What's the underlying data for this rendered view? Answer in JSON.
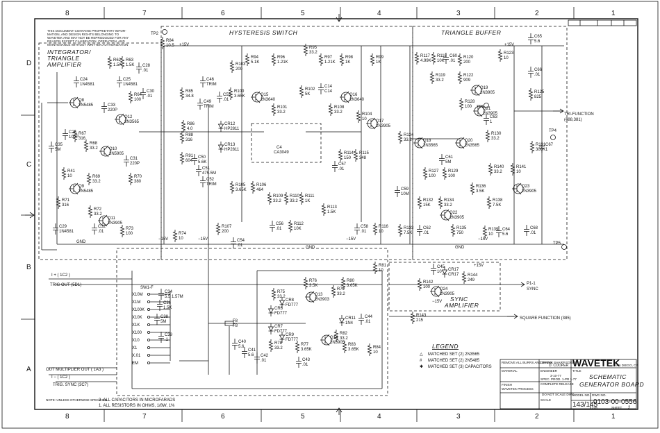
{
  "zones_top": [
    "8",
    "7",
    "6",
    "5",
    "4",
    "3",
    "2",
    "1"
  ],
  "zones_bottom": [
    "8",
    "7",
    "6",
    "5",
    "4",
    "3",
    "2",
    "1"
  ],
  "zones_side": [
    "D",
    "C",
    "B",
    "A"
  ],
  "notice": [
    "THIS DOCUMENT CONTAINS PROPRIETARY INFOR-",
    "MATION, AND DESIGN RIGHTS BELONGING TO",
    "WAVETEK AND MAY NOT BE REPRODUCED FOR ANY",
    "REASON EXCEPT CALIBRATION, OPERATION, AND",
    "MAINTENANCE WITHOUT WRITTEN AUTHORIZATION"
  ],
  "sections": {
    "integrator": [
      "INTEGRATOR/",
      "TRIANGLE",
      "AMPLIFIER"
    ],
    "hysteresis": "HYSTERESIS SWITCH",
    "triangle_buffer": "TRIANGLE BUFFER",
    "sync_amp": [
      "SYNC",
      "AMPLIFIER"
    ]
  },
  "ic": {
    "name": "C4",
    "type": "CA3049"
  },
  "signals": {
    "tri_function": "TRI-FUNCTION",
    "tri_ref": "(488,381)",
    "square_function": "SQUARE FUNCTION (385)",
    "trig_out": "TRIG OUT (5D1)",
    "i_plus": "I + ( 1C2 )",
    "i_minus": "I − ( 1C2 )",
    "multiplier_out": "OUT MULTIPLIER OUT ( 1A3 )",
    "trig_sync": "TRIG. SYNC (3C7)",
    "sync": [
      "P1-1",
      "SYNC"
    ],
    "gnd": "GND",
    "v15p": "+15V",
    "v15n": "−15V"
  },
  "test_points": [
    "TP2",
    "TP5",
    "TP4",
    "TP5"
  ],
  "switch": {
    "name": "SW1-F",
    "positions": [
      "X10M",
      "X1M",
      "X100K",
      "X10K",
      "X1K",
      "X100",
      "X10",
      "X1",
      "X.01",
      "EM"
    ]
  },
  "components": [
    {
      "ref": "R84",
      "val": "10.5"
    },
    {
      "ref": "R63",
      "val": "1.5K"
    },
    {
      "ref": "R62",
      "val": "1.5K"
    },
    {
      "ref": "C24",
      "val": "1N4581"
    },
    {
      "ref": "C25",
      "val": "1N4581"
    },
    {
      "ref": "C28",
      "val": ".01"
    },
    {
      "ref": "Q8",
      "val": "2N5485"
    },
    {
      "ref": "C33",
      "val": "220P"
    },
    {
      "ref": "Q12",
      "val": "2N3565"
    },
    {
      "ref": "R64",
      "val": "100"
    },
    {
      "ref": "C30",
      "val": ".01"
    },
    {
      "ref": "Q10",
      "val": "2N5905"
    },
    {
      "ref": "R68",
      "val": "33.2"
    },
    {
      "ref": "C31",
      "val": "220P"
    },
    {
      "ref": "R70",
      "val": "380"
    },
    {
      "ref": "R69",
      "val": "33.2"
    },
    {
      "ref": "Q9",
      "val": "2N5485"
    },
    {
      "ref": "Q11",
      "val": "2N3905"
    },
    {
      "ref": "R72",
      "val": "33.2"
    },
    {
      "ref": "C32",
      "val": ".01"
    },
    {
      "ref": "R73",
      "val": "100"
    },
    {
      "ref": "C35",
      "val": "5M"
    },
    {
      "ref": "R67",
      "val": "316"
    },
    {
      "ref": "C26",
      "val": "100P"
    },
    {
      "ref": "R71",
      "val": "316"
    },
    {
      "ref": "C29",
      "val": "1N4581"
    },
    {
      "ref": "R41",
      "val": "10"
    },
    {
      "ref": "R74",
      "val": "10"
    },
    {
      "ref": "R85",
      "val": "34.8"
    },
    {
      "ref": "C46",
      "val": "TRIM"
    },
    {
      "ref": "R86",
      "val": "4.0"
    },
    {
      "ref": "C49",
      "val": "TRIM"
    },
    {
      "ref": "R88",
      "val": "316"
    },
    {
      "ref": "R91",
      "val": "604"
    },
    {
      "ref": "C50",
      "val": "5.6K"
    },
    {
      "ref": "C51",
      "val": "475.5M"
    },
    {
      "ref": "C52",
      "val": "TRIM"
    },
    {
      "ref": "C53",
      "val": ".01"
    },
    {
      "ref": "CR12",
      "val": "HP2811"
    },
    {
      "ref": "CR13",
      "val": "HP2811"
    },
    {
      "ref": "R103",
      "val": "200"
    },
    {
      "ref": "R100",
      "val": "3.65K"
    },
    {
      "ref": "R105",
      "val": "3.65K"
    },
    {
      "ref": "R107",
      "val": "200"
    },
    {
      "ref": "C54",
      "val": ".01"
    },
    {
      "ref": "R94",
      "val": "5.1K"
    },
    {
      "ref": "R96",
      "val": "1.21K"
    },
    {
      "ref": "R95",
      "val": "33.2"
    },
    {
      "ref": "Q15",
      "val": "2N3640"
    },
    {
      "ref": "R101",
      "val": "33.2"
    },
    {
      "ref": "R102",
      "val": "5K"
    },
    {
      "ref": "C14",
      "val": "C14"
    },
    {
      "ref": "R97",
      "val": "1.21K"
    },
    {
      "ref": "R98",
      "val": "1K"
    },
    {
      "ref": "R99",
      "val": "1K"
    },
    {
      "ref": "Q16",
      "val": "2N3640"
    },
    {
      "ref": "R104",
      "val": "10"
    },
    {
      "ref": "Q17",
      "val": "2N3905"
    },
    {
      "ref": "R108",
      "val": "33.2"
    },
    {
      "ref": "R106",
      "val": "464"
    },
    {
      "ref": "R109",
      "val": "33.2"
    },
    {
      "ref": "R110",
      "val": "33.2"
    },
    {
      "ref": "R111",
      "val": "1K"
    },
    {
      "ref": "R113",
      "val": "1.5K"
    },
    {
      "ref": "R114",
      "val": "150"
    },
    {
      "ref": "R115",
      "val": "348"
    },
    {
      "ref": "C57",
      "val": ".01"
    },
    {
      "ref": "C56",
      "val": ".01"
    },
    {
      "ref": "R112",
      "val": "10K"
    },
    {
      "ref": "C58",
      "val": ".01"
    },
    {
      "ref": "R116",
      "val": "10"
    },
    {
      "ref": "C59",
      "val": "10M"
    },
    {
      "ref": "R117",
      "val": "4.99K"
    },
    {
      "ref": "R118",
      "val": "10K"
    },
    {
      "ref": "C60",
      "val": ".01"
    },
    {
      "ref": "R120",
      "val": "200"
    },
    {
      "ref": "R122",
      "val": "909"
    },
    {
      "ref": "R119",
      "val": "33.2"
    },
    {
      "ref": "Q19",
      "val": "2N3905"
    },
    {
      "ref": "R123",
      "val": "10"
    },
    {
      "ref": "C65",
      "val": "5.6"
    },
    {
      "ref": "C66",
      "val": ".01"
    },
    {
      "ref": "R125",
      "val": "825"
    },
    {
      "ref": "Q21",
      "val": "2N3905"
    },
    {
      "ref": "R128",
      "val": "100"
    },
    {
      "ref": "C63",
      "val": "1"
    },
    {
      "ref": "R124",
      "val": "33.2"
    },
    {
      "ref": "Q18",
      "val": "2N3565"
    },
    {
      "ref": "Q20",
      "val": "2N3565"
    },
    {
      "ref": "C61",
      "val": "5M"
    },
    {
      "ref": "R127",
      "val": "100"
    },
    {
      "ref": "R129",
      "val": "100"
    },
    {
      "ref": "R130",
      "val": "33.2"
    },
    {
      "ref": "R131",
      "val": "300K"
    },
    {
      "ref": "C67",
      "val": "1"
    },
    {
      "ref": "R140",
      "val": "33.2"
    },
    {
      "ref": "R141",
      "val": "10"
    },
    {
      "ref": "Q23",
      "val": "2N3905"
    },
    {
      "ref": "R132",
      "val": "15K"
    },
    {
      "ref": "R134",
      "val": "33.2"
    },
    {
      "ref": "R136",
      "val": "3.5K"
    },
    {
      "ref": "R138",
      "val": "7.5K"
    },
    {
      "ref": "Q22",
      "val": "2N3905"
    },
    {
      "ref": "R133",
      "val": "7.5K"
    },
    {
      "ref": "C62",
      "val": ".01"
    },
    {
      "ref": "R135",
      "val": "750"
    },
    {
      "ref": "R139",
      "val": "10"
    },
    {
      "ref": "C64",
      "val": "5.6"
    },
    {
      "ref": "C68",
      "val": ".01"
    },
    {
      "ref": "R81",
      "val": "10"
    },
    {
      "ref": "R80",
      "val": "3.65K"
    },
    {
      "ref": "R76",
      "val": "3.5K"
    },
    {
      "ref": "R79",
      "val": "33.2"
    },
    {
      "ref": "Q13",
      "val": "2N3903"
    },
    {
      "ref": "R75",
      "val": "33.2"
    },
    {
      "ref": "CR6",
      "val": "FD777"
    },
    {
      "ref": "CR7",
      "val": "FD777"
    },
    {
      "ref": "CR8",
      "val": "FD777"
    },
    {
      "ref": "CR9",
      "val": "FD777"
    },
    {
      "ref": "R78",
      "val": "33.2"
    },
    {
      "ref": "R82",
      "val": "33.2"
    },
    {
      "ref": "C44",
      "val": ".01"
    },
    {
      "ref": "CR11",
      "val": "1N4"
    },
    {
      "ref": "Q14",
      "val": "2N3905"
    },
    {
      "ref": "R77",
      "val": "3.65K"
    },
    {
      "ref": "R83",
      "val": "3.65K"
    },
    {
      "ref": "R84b",
      "val": "10"
    },
    {
      "ref": "C43",
      "val": ".01"
    },
    {
      "ref": "C40",
      "val": "5.6"
    },
    {
      "ref": "C41",
      "val": "5.6"
    },
    {
      "ref": "C42",
      "val": ".01"
    },
    {
      "ref": "F8",
      "val": "F8"
    },
    {
      "ref": "C34",
      "val": "5.5 1.57M"
    },
    {
      "ref": "C36",
      "val": "1.5K"
    },
    {
      "ref": "C38",
      "val": "5M"
    },
    {
      "ref": "C39",
      "val": ".1"
    },
    {
      "ref": "CR17",
      "val": "CR17"
    },
    {
      "ref": "Q24",
      "val": "2N3905"
    },
    {
      "ref": "R142",
      "val": "100"
    },
    {
      "ref": "R143",
      "val": "215"
    },
    {
      "ref": "R144",
      "val": "249"
    },
    {
      "ref": "C45",
      "val": "10"
    }
  ],
  "legend": {
    "title": "LEGEND",
    "items": [
      {
        "sym": "△",
        "text": "MATCHED SET (2) 2N3565"
      },
      {
        "sym": "#",
        "text": "MATCHED SET (2) 2N5485"
      },
      {
        "sym": "✱",
        "text": "MATCHED SET (3) CAPACITORS"
      }
    ]
  },
  "notes": {
    "heading": "NOTE: UNLESS OTHERWISE SPECIFIED",
    "items": [
      "2. ALL CAPACITORS IN MICROFARADS",
      "1. ALL RESISTORS IN OHMS, 1/8W, 1%"
    ]
  },
  "title_block": {
    "company": "WAVETEK",
    "company_sub": "SAN DIEGO, CA",
    "title": [
      "SCHEMATIC",
      "GENERATOR BOARD"
    ],
    "drawn_by": "D. COOPER",
    "model": "143/145",
    "dwg_no": "0103-00-0556",
    "scale_label": "DO NOT SCALE DWG",
    "sheet": "SHEET",
    "sheet_no": "2",
    "rev": "228",
    "finish": "WAVETEK PROCESS",
    "labels": [
      "REMOVE ALL BURRS AND BREAK SHARP EDGES",
      "MATERIAL",
      "FINISH",
      "DRAWN",
      "ENGINEER",
      "CHECKED",
      "APPROVED",
      "SCALE",
      "MODEL NO.",
      "DWG NO.",
      "TITLE"
    ],
    "dates": [
      "3-10-77",
      "SPEC. PROD. 1-PR 1-77",
      "COMPLETE RELEASE"
    ]
  }
}
